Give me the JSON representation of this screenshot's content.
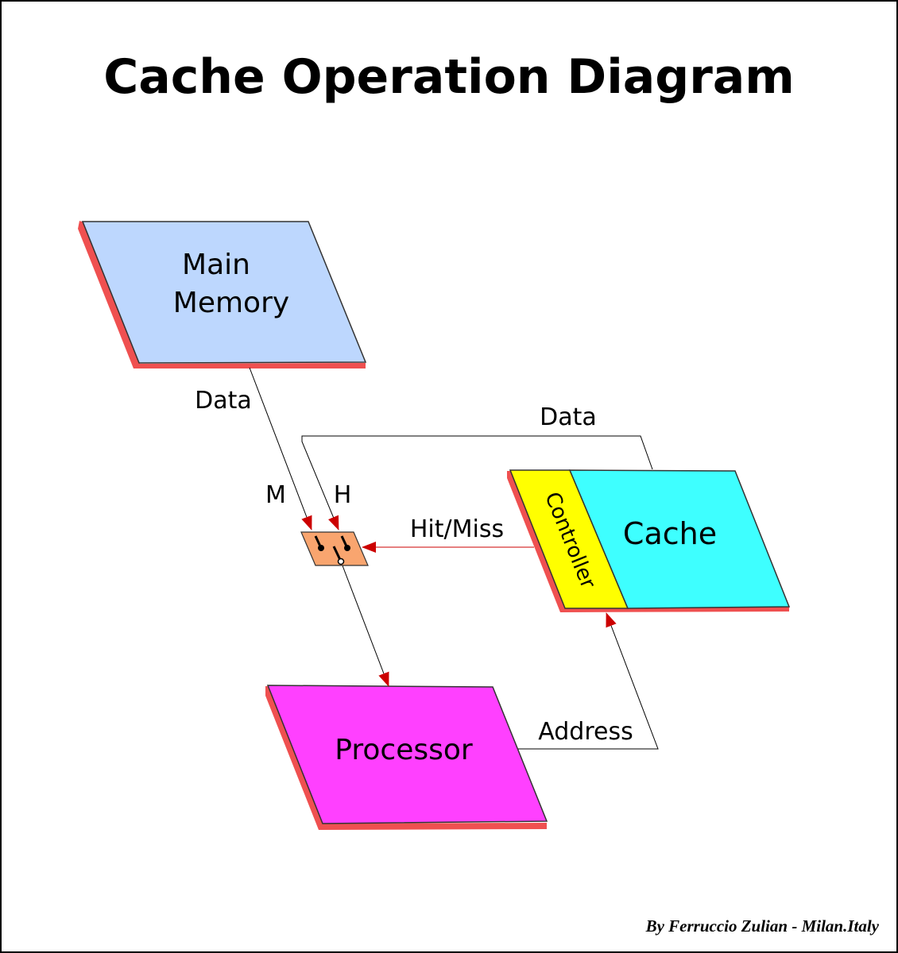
{
  "title": "Cache Operation Diagram",
  "credit": "By Ferruccio Zulian - Milan.Italy",
  "blocks": {
    "main_memory": {
      "line1": "Main",
      "line2": "Memory",
      "fill": "#bdd7fe"
    },
    "cache": {
      "label": "Cache",
      "fill": "#3effff"
    },
    "controller": {
      "label": "Controller",
      "fill": "#ffff00"
    },
    "processor": {
      "label": "Processor",
      "fill": "#ff40ff"
    },
    "switch": {
      "fill": "#f9a56f"
    }
  },
  "labels": {
    "data_memory": "Data",
    "data_cache": "Data",
    "miss_input": "M",
    "hit_input": "H",
    "hit_miss": "Hit/Miss",
    "address": "Address"
  },
  "colors": {
    "shadow": "#ef5050",
    "arrow": "#cc0000",
    "outline": "#333333"
  }
}
